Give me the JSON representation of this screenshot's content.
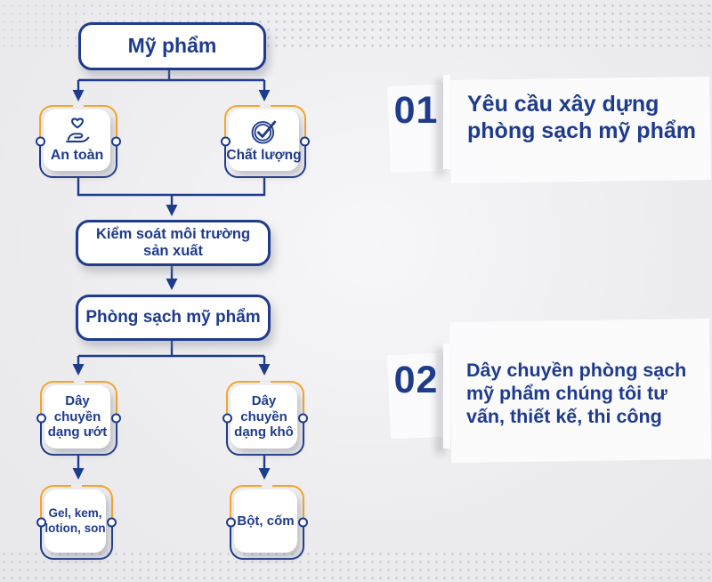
{
  "palette": {
    "blue": "#1e3b8c",
    "orange": "#f6a42a",
    "background": "#ededef"
  },
  "flowchart": {
    "root": {
      "label": "Mỹ phẩm"
    },
    "branch_top": [
      {
        "label": "An toàn",
        "icon": "heart-in-hand-icon"
      },
      {
        "label": "Chất lượng",
        "icon": "check-circle-icon"
      }
    ],
    "middle": [
      {
        "lines": [
          "Kiểm soát môi trường",
          "sản xuất"
        ]
      },
      {
        "lines": [
          "Phòng sạch mỹ phẩm"
        ]
      }
    ],
    "branch_bottom": [
      {
        "lines": [
          "Dây",
          "chuyền",
          "dạng ướt"
        ]
      },
      {
        "lines": [
          "Dây",
          "chuyền",
          "dạng khô"
        ]
      }
    ],
    "leaves": [
      {
        "lines": [
          "Gel, kem,",
          "lotion, son"
        ]
      },
      {
        "lines": [
          "Bột, cốm"
        ]
      }
    ]
  },
  "sections": [
    {
      "number": "01",
      "title_lines": [
        "Yêu cầu xây dựng",
        "phòng sạch mỹ phẩm"
      ]
    },
    {
      "number": "02",
      "title_lines": [
        "Dây chuyền phòng sạch",
        "mỹ phẩm chúng tôi tư",
        "vấn, thiết kế, thi công"
      ]
    }
  ]
}
